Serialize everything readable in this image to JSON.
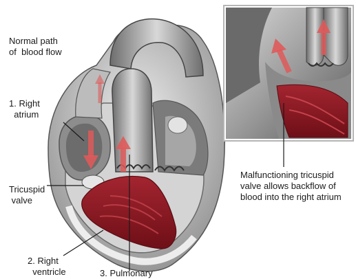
{
  "labels": {
    "normal_path": "Normal path\nof  blood flow",
    "right_atrium": "1. Right\n  atrium",
    "tricuspid_valve": "Tricuspid\n valve",
    "right_ventricle": "2. Right\n  ventricle",
    "pulmonary": "3. Pulmonary",
    "malfunctioning": "Malfunctioning tricuspid\nvalve allows backflow of\nblood into the right atrium"
  },
  "colors": {
    "muscle_red": "#8b1a22",
    "flow_arrow": "#e05a5a",
    "heart_gray": "#9a9a9a",
    "inset_border": "#b5b5b5"
  }
}
